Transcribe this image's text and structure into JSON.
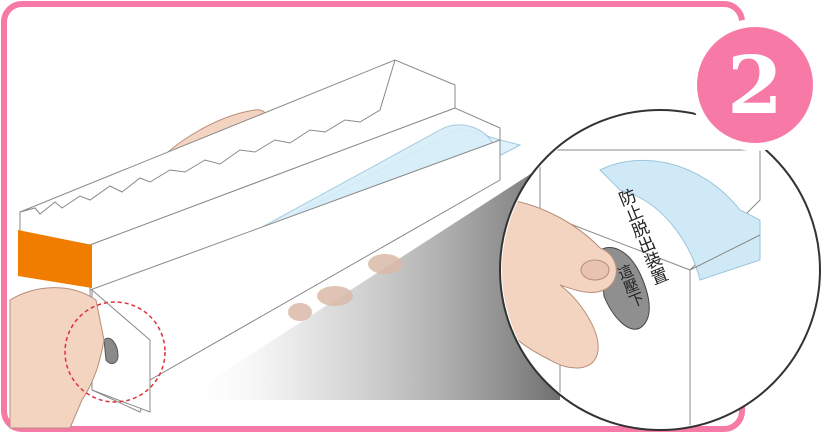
{
  "step": {
    "number": "2"
  },
  "callout": {
    "device_label": "防止脱出装置",
    "button_label": "這壓下"
  },
  "colors": {
    "frame": "#f77aa6",
    "badge": "#f77aa6",
    "box_label": "#f07d00",
    "film": "#cfe9f7",
    "skin": "#f3d4c1",
    "highlight_ring": "#e0303a"
  },
  "icons": {
    "step_badge": "number-badge-icon",
    "zoom_ring": "dashed-circle-icon"
  }
}
